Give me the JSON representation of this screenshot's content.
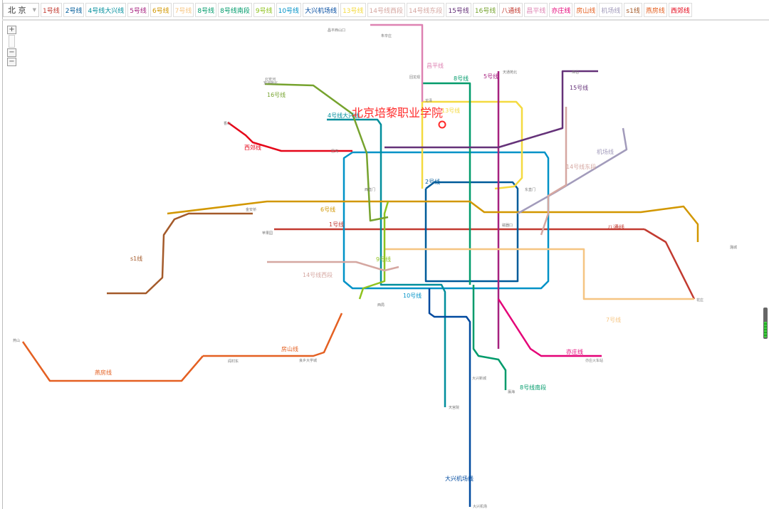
{
  "toolbar": {
    "city": "北 京",
    "lines": [
      {
        "label": "1号线",
        "color": "#c23a30"
      },
      {
        "label": "2号线",
        "color": "#005b9a"
      },
      {
        "label": "4号线大兴线",
        "color": "#008e9c"
      },
      {
        "label": "5号线",
        "color": "#a6217f"
      },
      {
        "label": "6号线",
        "color": "#d29700"
      },
      {
        "label": "7号线",
        "color": "#f6c582"
      },
      {
        "label": "8号线",
        "color": "#009b6b"
      },
      {
        "label": "8号线南段",
        "color": "#009b6b"
      },
      {
        "label": "9号线",
        "color": "#8fc31f"
      },
      {
        "label": "10号线",
        "color": "#0092c7"
      },
      {
        "label": "大兴机场线",
        "color": "#004a9f"
      },
      {
        "label": "13号线",
        "color": "#f4da40"
      },
      {
        "label": "14号线西段",
        "color": "#d5a7a1"
      },
      {
        "label": "14号线东段",
        "color": "#d5a7a1"
      },
      {
        "label": "15号线",
        "color": "#653279"
      },
      {
        "label": "16号线",
        "color": "#76a32e"
      },
      {
        "label": "八通线",
        "color": "#c23a30"
      },
      {
        "label": "昌平线",
        "color": "#de82b2"
      },
      {
        "label": "亦庄线",
        "color": "#e40077"
      },
      {
        "label": "房山线",
        "color": "#e46022"
      },
      {
        "label": "机场线",
        "color": "#a29bbb"
      },
      {
        "label": "s1线",
        "color": "#a45a2a"
      },
      {
        "label": "燕房线",
        "color": "#e46022"
      },
      {
        "label": "西郊线",
        "color": "#e50619"
      }
    ]
  },
  "zoom": {
    "in": "+",
    "out": "−"
  },
  "marker": {
    "label": "北京培黎职业学院",
    "color": "#ff2a2a"
  },
  "map_labels": {
    "l1": "1号线",
    "l2": "2号线",
    "l4": "4号线大兴线",
    "l5": "5号线",
    "l6": "6号线",
    "l7": "7号线",
    "l8": "8号线",
    "l8s": "8号线南段",
    "l9": "9号线",
    "l10": "10号线",
    "l13": "13号线",
    "l14e": "14号线东段",
    "l14w": "14号线西段",
    "l15": "15号线",
    "l16": "16号线",
    "bt": "八通线",
    "cp": "昌平线",
    "yz": "亦庄线",
    "fs": "房山线",
    "yf": "燕房线",
    "s1": "s1线",
    "xj": "西郊线",
    "jc": "机场线",
    "dx": "大兴机场线"
  },
  "stations": {
    "a": "昌平西山口",
    "b": "西直门",
    "c": "东直门",
    "d": "天通苑北",
    "e": "大兴机场",
    "f": "天宫院",
    "g": "花庄",
    "h": "燕山",
    "i": "阎村东",
    "j": "香山",
    "k": "北安河",
    "l": "潞城",
    "m": "俸伯",
    "n": "亦庄火车站",
    "o": "磁器口",
    "p": "西局",
    "q": "金安桥",
    "r": "苹果园",
    "s": "良乡大学城",
    "t": "瀛海",
    "u": "大兴新城",
    "v": "朱辛庄",
    "w": "龙泽",
    "x": "回龙观",
    "y": "安河桥北",
    "z": "巴沟"
  }
}
